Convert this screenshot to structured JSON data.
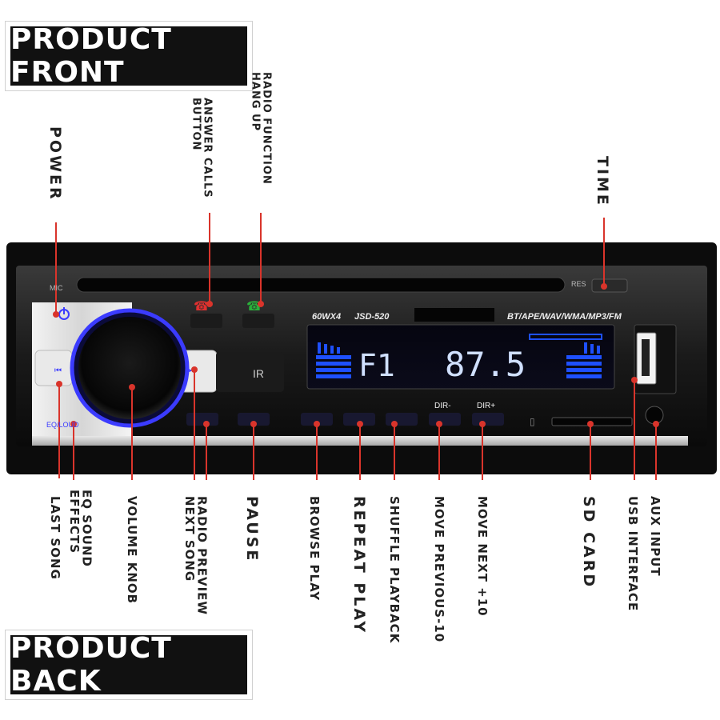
{
  "banners": {
    "front": "PRODUCT FRONT",
    "back": "PRODUCT BACK"
  },
  "device": {
    "mic_label": "MIC",
    "res_label": "RES",
    "model_power": "60WX4",
    "model_name": "JSD-520",
    "formats": "BT/APE/WAV/WMA/MP3/FM",
    "ir_label": "IR",
    "eq_label": "EQ/LOUD",
    "display_band": "F1",
    "display_freq": "87.5",
    "dir_minus": "DIR-",
    "dir_plus": "DIR+"
  },
  "labels_top": {
    "power": "POWER",
    "answer": "ANSWER CALLS\nBUTTON",
    "radio_hang": "RADIO FUNCTION\nHANG UP",
    "time": "TIME"
  },
  "labels_bottom": {
    "last_song": "LAST SONG",
    "eq_sound": "EQ SOUND\nEFFECTS",
    "volume": "VOLUME KNOB",
    "radio_preview": "RADIO PREVIEW\nNEXT SONG",
    "pause": "PAUSE",
    "browse": "BROWSE PLAY",
    "repeat": "REPEAT PLAY",
    "shuffle": "SHUFFLE PLAYBACK",
    "move_prev": "MOVE PREVIOUS-10",
    "move_next": "MOVE NEXT +10",
    "sd_card": "SD CARD",
    "usb": "USB INTERFACE",
    "aux": "AUX INPUT"
  },
  "colors": {
    "accent_line": "#d9342b",
    "display_blue": "#1e50ff",
    "knob_ring": "#3b3bff"
  }
}
